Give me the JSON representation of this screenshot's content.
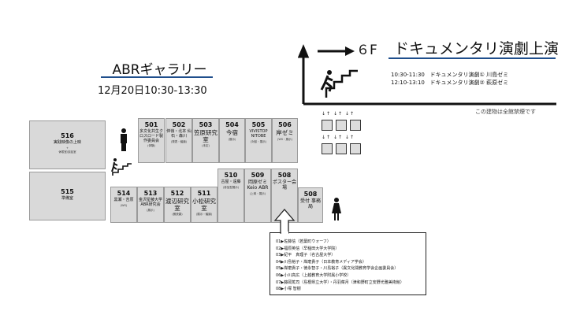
{
  "abr": {
    "title": "ABRギャラリー",
    "date": "12月20日10:30-13:30",
    "accent": "#1f4e8c"
  },
  "sixth": {
    "floor": "６F",
    "title": "ドキュメンタリ演劇上演",
    "schedule": [
      {
        "time": "10:30-11:30",
        "desc": "ドキュメンタリ演劇① 川島ゼミ"
      },
      {
        "time": "12:10-13:10",
        "desc": "ドキュメンタリ演劇② 萩原ゼミ"
      }
    ]
  },
  "notice": "この建物は全館禁煙です",
  "rooms": {
    "r516": {
      "num": "516",
      "name": "実践映像の上映",
      "sub": "+",
      "sub2": "休憩室/談話室"
    },
    "r515": {
      "num": "515",
      "name": "準備室"
    },
    "r501": {
      "num": "501",
      "name": "多文化共生クロスロード製作委員会",
      "sub": "(体験)"
    },
    "r502": {
      "num": "502",
      "name": "仲嶺・北本 仙石・森川",
      "sub": "(発表・議論)"
    },
    "r503": {
      "num": "503",
      "name": "笠原研究室",
      "sub": "(未定)"
    },
    "r504": {
      "num": "504",
      "name": "今宿",
      "sub": "(展示)"
    },
    "r505": {
      "num": "505",
      "name": "VIVISTOP NITOBE",
      "sub": "(対談・展示)"
    },
    "r506": {
      "num": "506",
      "name": "岸ゼミ",
      "sub": "(WS・展示)"
    },
    "r510": {
      "num": "510",
      "name": "古屋・遠藤",
      "sub": "(参加型展示)"
    },
    "r509": {
      "num": "509",
      "name": "岡原ゼミ Keio ABR",
      "sub": "(上映・展示)"
    },
    "r508": {
      "num": "508",
      "name": "ポスター会場"
    },
    "r508b": {
      "num": "508",
      "name": "受付 事務局"
    },
    "r514": {
      "num": "514",
      "name": "黒瀬・吉原",
      "sub": "(WS)"
    },
    "r513": {
      "num": "513",
      "name": "金沢星稜大学 ABR研究会",
      "sub": "(展示)"
    },
    "r512": {
      "num": "512",
      "name": "渡辺研究室",
      "sub": "(朗読劇)"
    },
    "r511": {
      "num": "511",
      "name": "小松研究室",
      "sub": "(展示・議論)"
    }
  },
  "posters": [
    "01▶佐藤信（若葉町ウォーフ）",
    "02▶福原英信（早稲田大学大学院）",
    "03▶紀平　真理子（名古屋大学）",
    "04▶川島裕子・岸磨貴子（日本教育メディア学会）",
    "05▶岸磨貴子・徳永智子・川島裕子（異文化間教育学会企画委員会）",
    "06▶小川高広（上越教育大学附属小学校）",
    "07▶藤岡篤司（島根県立大学）・丹羽菜月（津和野町立安野光雅美術館）",
    "08▶小塚 智樹"
  ]
}
